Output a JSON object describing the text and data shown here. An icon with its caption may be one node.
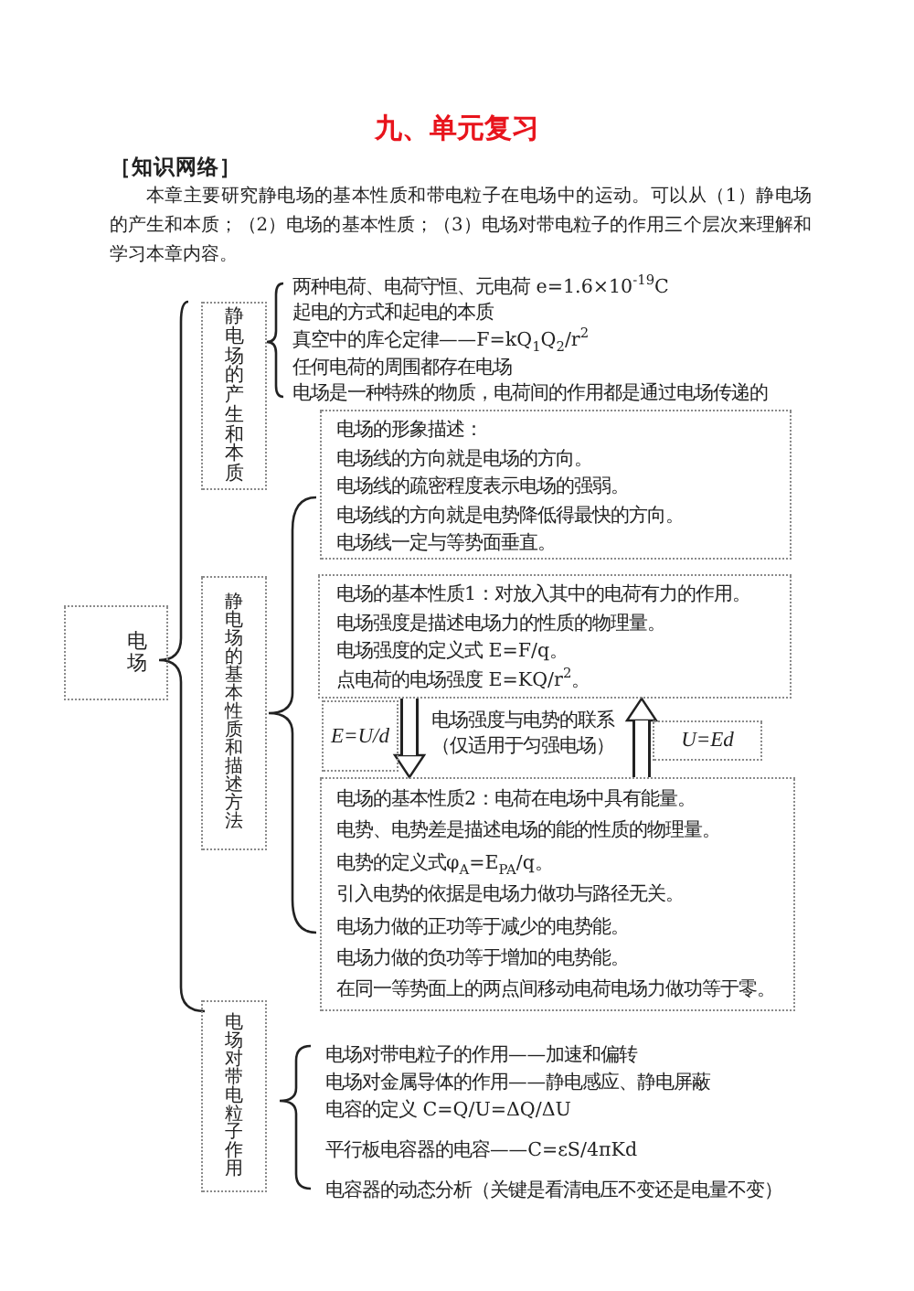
{
  "diagram": {
    "title": "九、单元复习",
    "nodes": [
      {
        "text": [
          "电场"
        ]
      },
      {
        "text": [
          "静电场的产生和本质"
        ]
      },
      {
        "text": [
          "电场的形象描述：",
          "电场线的方向就是电场的方向。",
          "电场线的疏密程度表示电场的强弱。",
          "电场线的方向就是电势降低得最快的方向。",
          "电场线一定与等势面垂直。"
        ]
      },
      {
        "text": [
          "静电场的基本性质和描述方法"
        ]
      },
      {
        "text": [
          "电场的基本性质1：对放入其中的电荷有力的作用。",
          "电场强度是描述电场力的性质的物理量。",
          "电场强度的定义式 E=F/q。",
          "点电荷的电场强度 E=KQ/r$^{2}$。"
        ]
      },
      {
        "text": [
          "E=U/d"
        ]
      },
      {
        "text": [
          "U=Ed"
        ]
      },
      {
        "text": [
          "电场的基本性质2：电荷在电场中具有能量。",
          "电势、电势差是描述电场的能的性质的物理量。",
          "电势的定义式φ$_{A}$=E$_{PA}$/q。",
          "引入电势的依据是电场力做功与路径无关。",
          "电场力做的正功等于减少的电势能。",
          "电场力做的负功等于增加的电势能。",
          "在同一等势面上的两点间移动电荷电场力做功等于零。"
        ]
      },
      {
        "text": [
          "电场对带电粒子作用"
        ]
      }
    ],
    "edges": [
      {
        "from": 4,
        "to": 7,
        "arrow": "to"
      },
      {
        "from": 7,
        "to": 4,
        "arrow": "to"
      }
    ],
    "labels": [
      "［知识网络］",
      "本章主要研究静电场的基本性质和带电粒子在电场中的运动。可以从（1）静电场的产生和本质；（2）电场的基本性质；（3）电场对带电粒子的作用三个层次来理解和学习本章内容。",
      "两种电荷、电荷守恒、元电荷 e=1.6×10$^{-19}$C",
      "起电的方式和起电的本质",
      "真空中的库仑定律——F=kQ$_{1}$Q$_{2}$/r$^{2}$",
      "任何电荷的周围都存在电场",
      "电场是一种特殊的物质，电荷间的作用都是通过电场传递的",
      "电场强度与电势的联系",
      "（仅适用于匀强电场）",
      "电场对带电粒子的作用——加速和偏转",
      "电场对金属导体的作用——静电感应、静电屏蔽",
      "电容的定义 C=Q/U=ΔQ/ΔU",
      "平行板电容器的电容——C=εS/4πKd",
      "电容器的动态分析（关键是看清电压不变还是电量不变）"
    ]
  }
}
